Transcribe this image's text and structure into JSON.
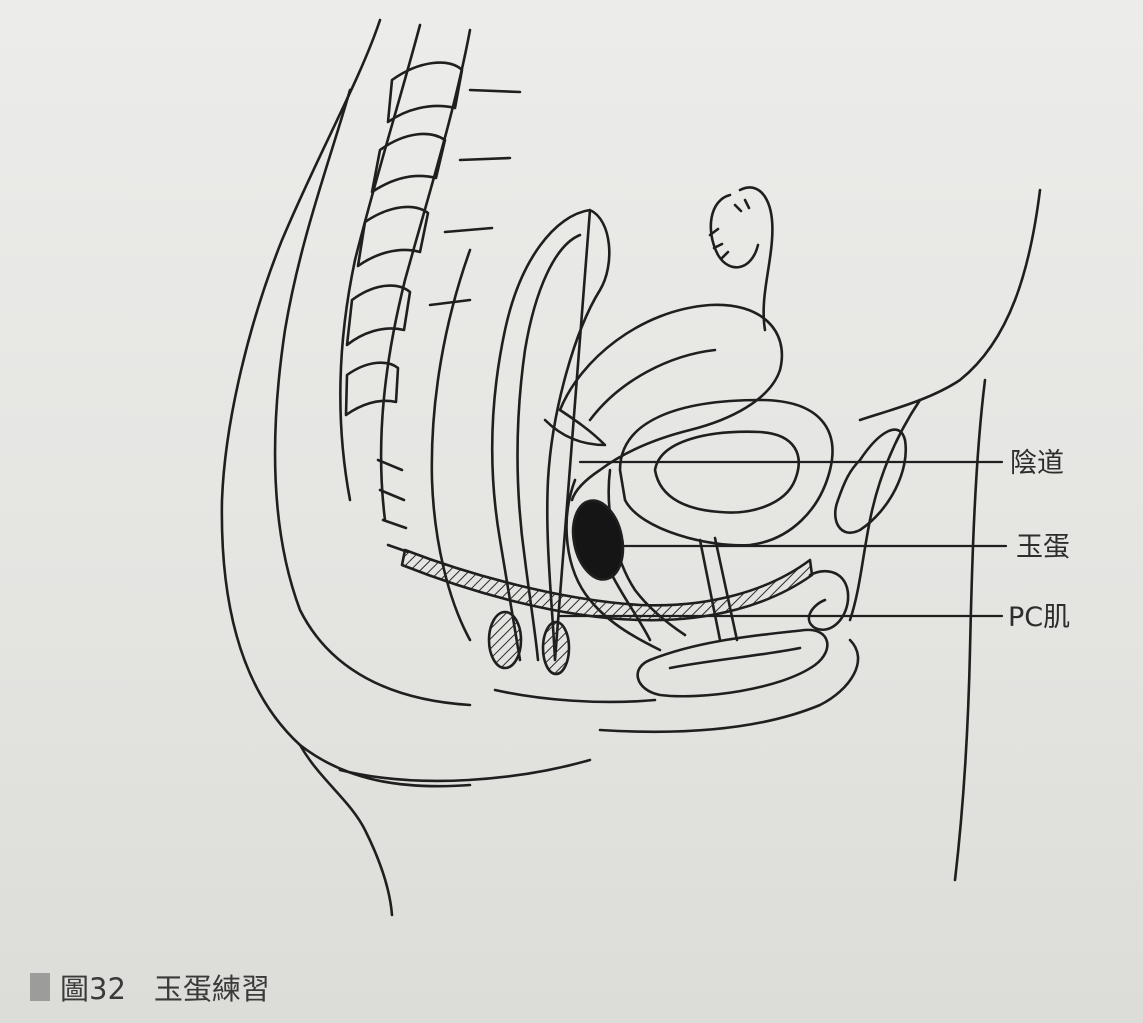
{
  "labels": {
    "vagina": "陰道",
    "jade_egg": "玉蛋",
    "pc_muscle": "PC肌"
  },
  "caption": {
    "figure": "圖32",
    "title": "玉蛋練習"
  },
  "colors": {
    "line": "#1f1f1f",
    "paper": "#e8e8e6",
    "egg_fill": "#151515",
    "caption_block": "#9c9c9a"
  }
}
